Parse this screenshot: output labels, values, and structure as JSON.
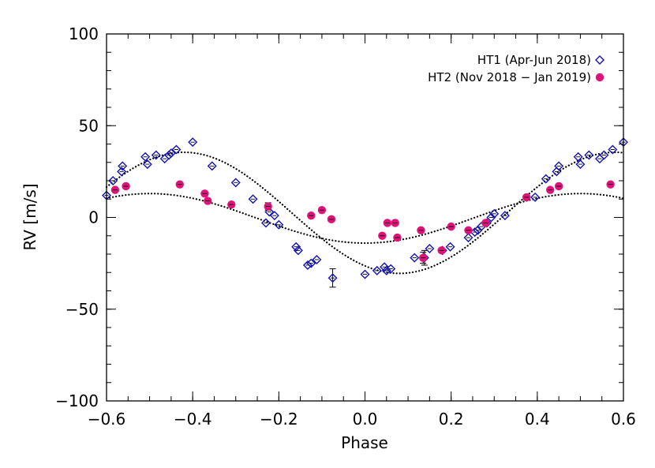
{
  "chart_data": {
    "type": "scatter",
    "xlabel": "Phase",
    "ylabel": "RV [m/s]",
    "xlim": [
      -0.6,
      0.6
    ],
    "ylim": [
      -100,
      100
    ],
    "x_ticks": [
      -0.6,
      -0.4,
      -0.2,
      0.0,
      0.2,
      0.4,
      0.6
    ],
    "x_tick_labels": [
      "−0.6",
      "−0.4",
      "−0.2",
      "0.0",
      "0.2",
      "0.4",
      "0.6"
    ],
    "y_ticks": [
      -100,
      -50,
      0,
      50,
      100
    ],
    "y_tick_labels": [
      "−100",
      "−50",
      "0",
      "50",
      "100"
    ],
    "legend_position": "top-right",
    "series": [
      {
        "name": "HT1 (Apr-Jun 2018)",
        "marker": "diamond",
        "color": "#1414b4",
        "x": [
          -0.6,
          -0.585,
          -0.565,
          -0.563,
          -0.51,
          -0.505,
          -0.485,
          -0.465,
          -0.455,
          -0.45,
          -0.438,
          -0.4,
          -0.355,
          -0.3,
          -0.26,
          -0.23,
          -0.222,
          -0.21,
          -0.2,
          -0.16,
          -0.155,
          -0.133,
          -0.125,
          -0.112,
          -0.075,
          0.0,
          0.028,
          0.045,
          0.05,
          0.06,
          0.115,
          0.138,
          0.15,
          0.18,
          0.198,
          0.24,
          0.255,
          0.262,
          0.27,
          0.283,
          0.293,
          0.3,
          0.325,
          0.395,
          0.42,
          0.445,
          0.45,
          0.495,
          0.5,
          0.52,
          0.545,
          0.555,
          0.575,
          0.6
        ],
        "y": [
          12,
          20,
          25,
          28,
          33,
          29,
          34,
          32,
          34,
          35,
          37,
          41,
          28,
          19,
          10,
          -3,
          3,
          1,
          -4,
          -16,
          -18,
          -26,
          -25,
          -23,
          -33,
          -31,
          -29,
          -27,
          -29,
          -28,
          -22,
          -22,
          -17,
          -18,
          -16,
          -11,
          -8,
          -7,
          -5,
          -3,
          0,
          2,
          1,
          11,
          21,
          25,
          28,
          33,
          29,
          34,
          32,
          34,
          37,
          41
        ],
        "y_err": [
          0,
          0,
          0,
          0,
          0,
          0,
          0,
          0,
          0,
          0,
          0,
          0,
          0,
          0,
          0,
          0,
          0,
          0,
          0,
          0,
          0,
          0,
          0,
          0,
          5,
          0,
          0,
          0,
          0,
          0,
          0,
          4,
          0,
          0,
          0,
          0,
          0,
          0,
          0,
          0,
          0,
          0,
          0,
          0,
          0,
          0,
          0,
          0,
          0,
          0,
          0,
          0,
          0,
          0
        ]
      },
      {
        "name": "HT2 (Nov 2018 − Jan 2019)",
        "marker": "circle",
        "color": "#e0127a",
        "x": [
          -0.58,
          -0.555,
          -0.43,
          -0.372,
          -0.365,
          -0.31,
          -0.225,
          -0.125,
          -0.1,
          -0.078,
          0.04,
          0.052,
          0.07,
          0.075,
          0.13,
          0.135,
          0.178,
          0.2,
          0.24,
          0.28,
          0.375,
          0.43,
          0.45,
          0.57
        ],
        "y": [
          15,
          17,
          18,
          13,
          9,
          7,
          6,
          1,
          4,
          -1,
          -10,
          -3,
          -3,
          -11,
          -7,
          -22,
          -18,
          -5,
          -7,
          -3,
          11,
          15,
          17,
          18
        ],
        "y_err": [
          0,
          0,
          0,
          0,
          0,
          0,
          2,
          0,
          0,
          0,
          0,
          0,
          0,
          0,
          0,
          3,
          0,
          0,
          0,
          0,
          0,
          0,
          0,
          0
        ]
      }
    ],
    "fits": [
      {
        "style": "dotted",
        "offset": 2.5,
        "amplitude": 33,
        "peak_phase": -0.42
      },
      {
        "style": "dotted",
        "offset": -0.5,
        "amplitude": 13.5,
        "peak_phase": -0.5
      }
    ]
  }
}
